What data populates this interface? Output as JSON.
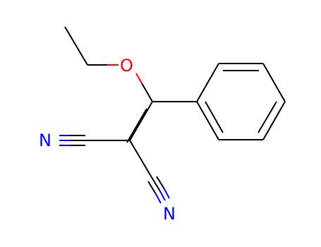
{
  "atoms": {
    "oxygen": {
      "symbol": "O",
      "color": "#ff0000"
    },
    "nitrogen_left": {
      "symbol": "N",
      "color": "#0000ff"
    },
    "nitrogen_right": {
      "symbol": "N",
      "color": "#0000ff"
    }
  },
  "colors": {
    "background": "#ffffff",
    "bond": "#000000",
    "oxygen": "#ff0000",
    "nitrogen": "#0000ff"
  }
}
